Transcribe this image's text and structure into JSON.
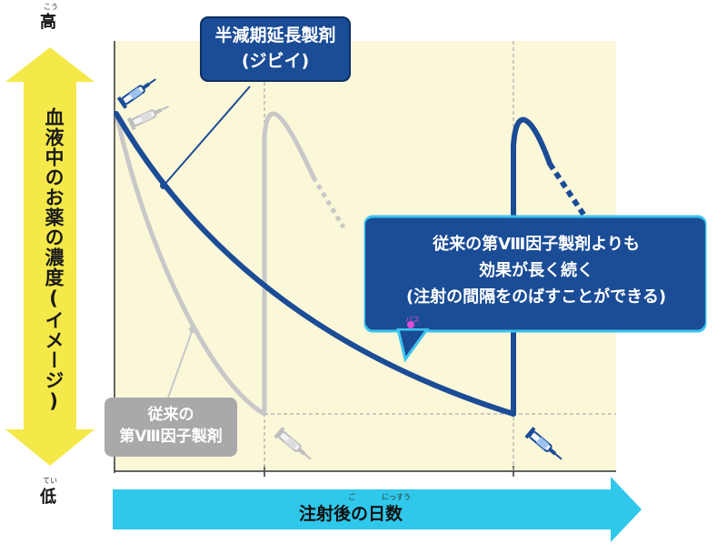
{
  "y_axis": {
    "high": "高",
    "high_ruby": "こう",
    "low": "低",
    "low_ruby": "てい",
    "label": "血液中のお薬の濃度(イメージ)"
  },
  "x_axis": {
    "label": "注射後の日数",
    "ruby_go": "ご",
    "ruby_nissuu": "にっすう"
  },
  "callouts": {
    "extended": {
      "line1": "半減期延長製剤",
      "line2": "(ジビイ)"
    },
    "conventional": {
      "line1": "従来の",
      "line2": "第Ⅷ因子製剤"
    },
    "bubble": {
      "line1": "従来の第Ⅷ因子製剤よりも",
      "line2": "効果が長く続く",
      "line3": "(注射の間隔をのばすことができる)",
      "mascot_label": "パス"
    }
  },
  "colors": {
    "plot_bg": "#fbf7d9",
    "extended_curve": "#1b4c96",
    "conventional_curve": "#c8c8c8",
    "yellow_arrow": "#f5e94a",
    "cyan_arrow": "#2fc7ea",
    "bubble_fill": "#1b4c96",
    "bubble_border": "#3bc5ef",
    "gray_box": "#a9a9a9"
  },
  "icons": [
    "syringe-icon"
  ]
}
